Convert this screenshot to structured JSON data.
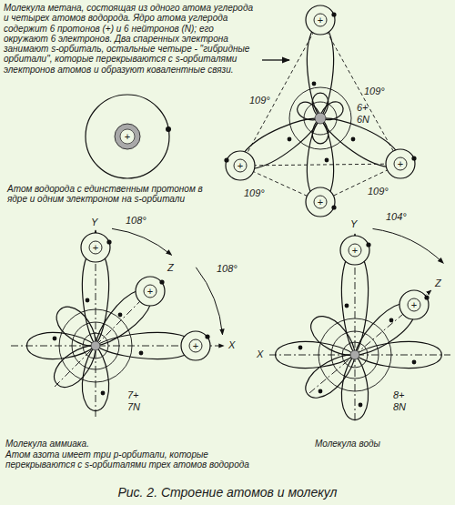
{
  "diagram": {
    "caption": "Рис. 2. Строение атомов и молекул",
    "labels": [
      "Молекула метана, состоящая из одного атома углерода и четырех атомов водорода. Ядро атома углерода содержит 6 протонов (+) и 6 нейтронов (N); его окружают 6 электронов. Два спаренных электрона занимают s-орбиталь, остальные четыре - \"гибридные орбитали\", которые перекрываются с s-орбиталями электронов атомов и образуют ковалентные связи.",
      "+",
      "Атом водорода с единственным протоном в ядре и одним электроном на s-орбитали",
      "+",
      "109°",
      "109°",
      "6+",
      "6N",
      "+",
      "+",
      "109°",
      "109°",
      "+",
      "Y",
      "108°",
      "Z",
      "108°",
      "+",
      "+",
      "+",
      "X",
      "7+",
      "7N",
      "Y",
      "104°",
      "Z",
      "+",
      "+",
      "X",
      "8+",
      "8N",
      "Молекула аммиака.",
      "Атом азота имеет три p-орбитали, которые перекрываются с s-орбиталями трех атомов водорода",
      "Молекула воды"
    ]
  }
}
